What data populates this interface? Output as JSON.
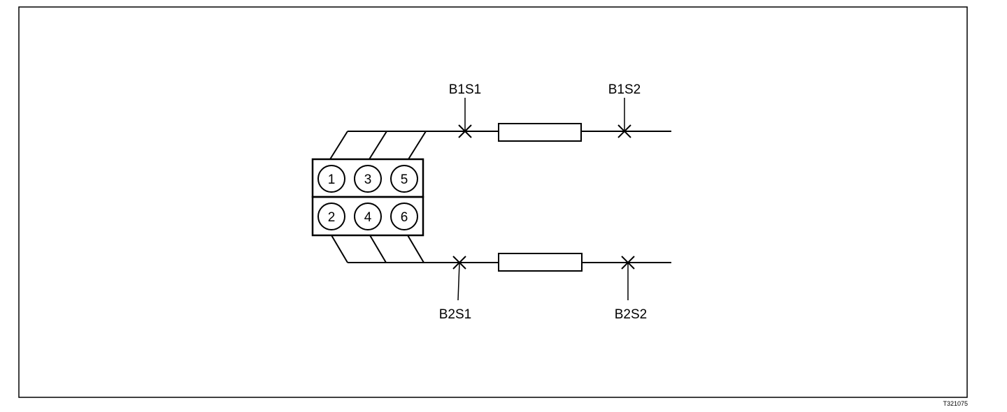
{
  "diagram": {
    "bank1_cylinders": [
      "1",
      "3",
      "5"
    ],
    "bank2_cylinders": [
      "2",
      "4",
      "6"
    ],
    "sensors": {
      "b1s1": "B1S1",
      "b1s2": "B1S2",
      "b2s1": "B2S1",
      "b2s2": "B2S2"
    },
    "reference_code": "T321075"
  }
}
